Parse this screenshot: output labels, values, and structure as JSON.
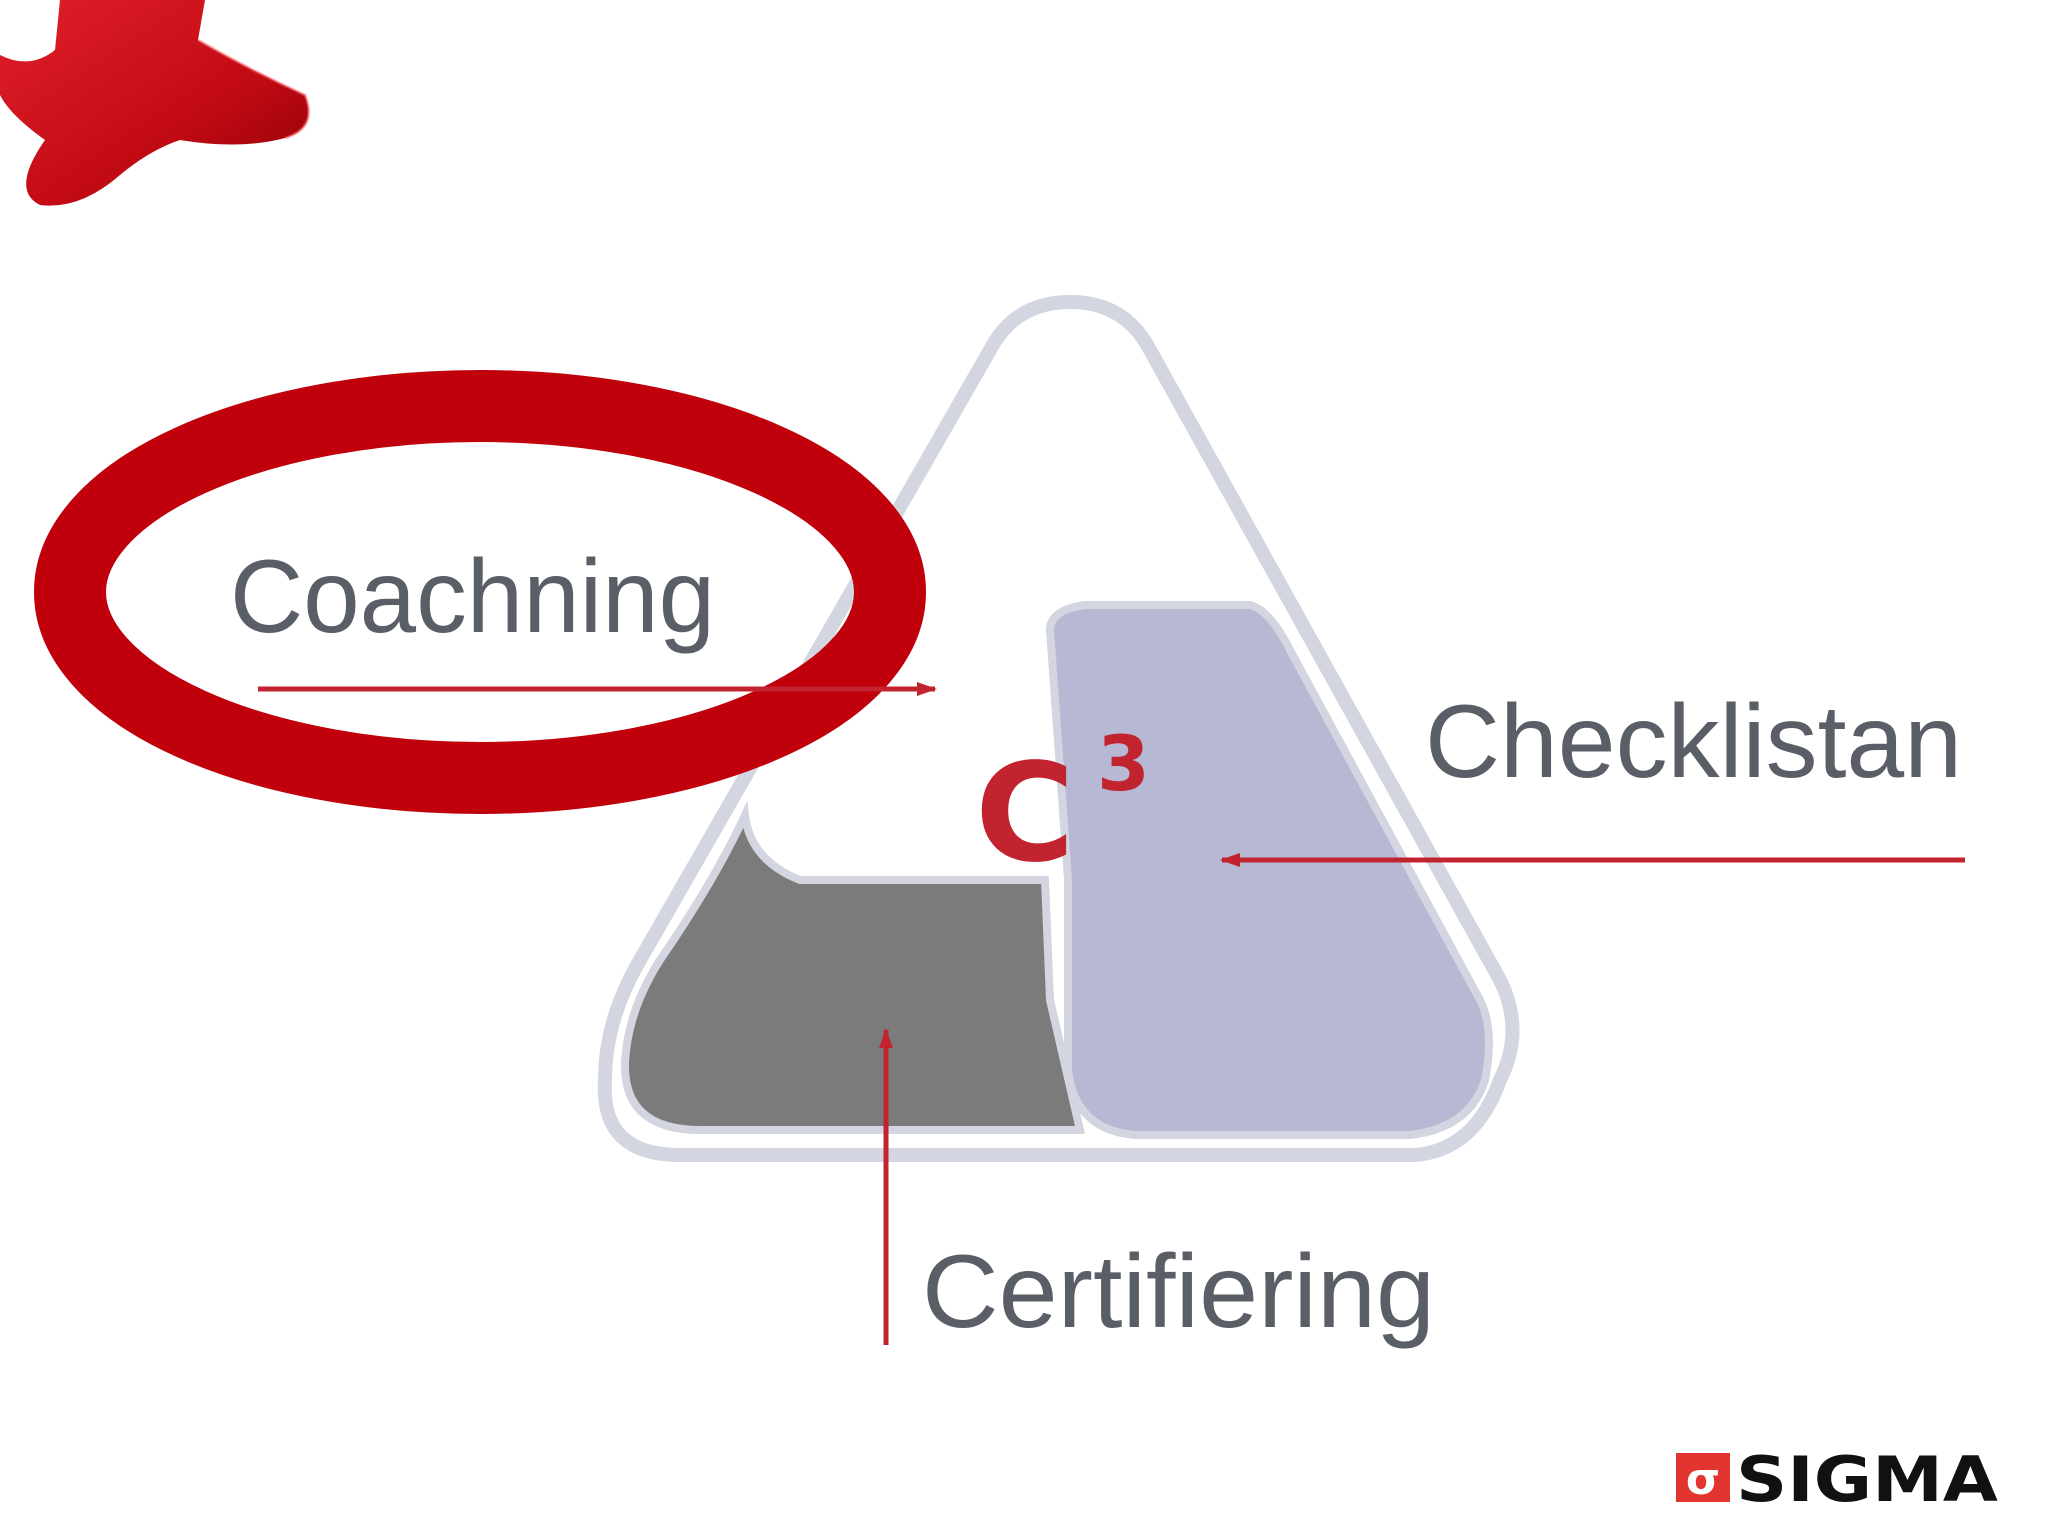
{
  "diagram": {
    "labels": {
      "coaching": "Coachning",
      "checklist": "Checklistan",
      "certification": "Certifiering"
    },
    "center": {
      "letter": "C",
      "superscript": "3"
    }
  },
  "logo": {
    "mark": "σ",
    "name": "SIGMA"
  },
  "colors": {
    "accent_red": "#c0000a",
    "arrow_red": "#c2242f",
    "triangle_outline": "#d3d5e0",
    "section_light": "#b7b8d4",
    "section_dark": "#7b7b7b",
    "label_gray": "#5a5e66"
  }
}
